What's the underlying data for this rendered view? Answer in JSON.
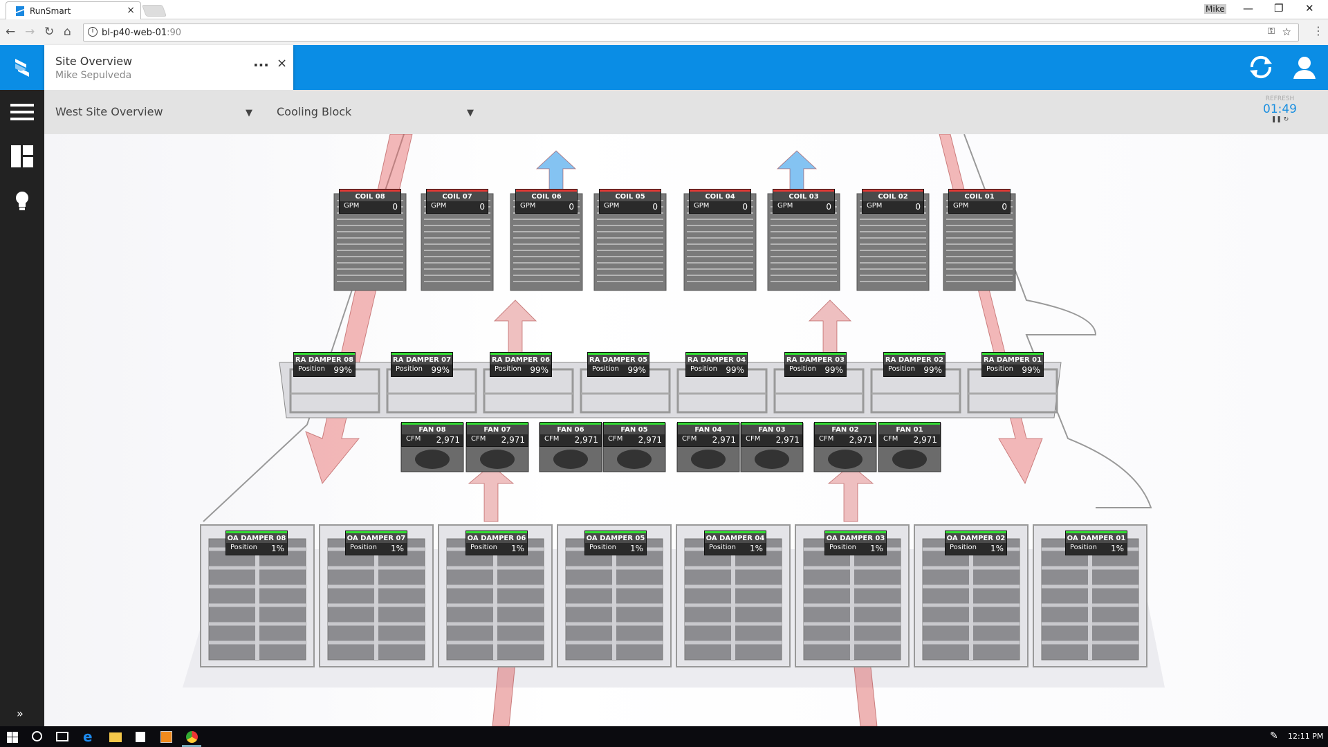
{
  "browser": {
    "tab_title": "RunSmart",
    "url_host": "bl-p40-web-01",
    "url_port": ":90",
    "user": "Mike"
  },
  "app": {
    "title": "Site Overview",
    "subtitle": "Mike Sepulveda",
    "more": "...",
    "close": "×"
  },
  "filters": {
    "site": "West Site Overview",
    "block": "Cooling Block"
  },
  "refresh": {
    "label": "REFRESH",
    "countdown": "01:49"
  },
  "taskbar": {
    "time": "12:11 PM"
  },
  "colors": {
    "accent": "#0a8de5",
    "alarm": "#e53935",
    "ok": "#33dd33"
  },
  "coils": [
    {
      "label": "COIL 08",
      "metric": "GPM",
      "value": "0"
    },
    {
      "label": "COIL 07",
      "metric": "GPM",
      "value": "0"
    },
    {
      "label": "COIL 06",
      "metric": "GPM",
      "value": "0"
    },
    {
      "label": "COIL 05",
      "metric": "GPM",
      "value": "0"
    },
    {
      "label": "COIL 04",
      "metric": "GPM",
      "value": "0"
    },
    {
      "label": "COIL 03",
      "metric": "GPM",
      "value": "0"
    },
    {
      "label": "COIL 02",
      "metric": "GPM",
      "value": "0"
    },
    {
      "label": "COIL 01",
      "metric": "GPM",
      "value": "0"
    }
  ],
  "ra_dampers": [
    {
      "label": "RA DAMPER 08",
      "metric": "Position",
      "value": "99%"
    },
    {
      "label": "RA DAMPER 07",
      "metric": "Position",
      "value": "99%"
    },
    {
      "label": "RA DAMPER 06",
      "metric": "Position",
      "value": "99%"
    },
    {
      "label": "RA DAMPER 05",
      "metric": "Position",
      "value": "99%"
    },
    {
      "label": "RA DAMPER 04",
      "metric": "Position",
      "value": "99%"
    },
    {
      "label": "RA DAMPER 03",
      "metric": "Position",
      "value": "99%"
    },
    {
      "label": "RA DAMPER 02",
      "metric": "Position",
      "value": "99%"
    },
    {
      "label": "RA DAMPER 01",
      "metric": "Position",
      "value": "99%"
    }
  ],
  "fans": [
    {
      "label": "FAN 08",
      "metric": "CFM",
      "value": "2,971"
    },
    {
      "label": "FAN 07",
      "metric": "CFM",
      "value": "2,971"
    },
    {
      "label": "FAN 06",
      "metric": "CFM",
      "value": "2,971"
    },
    {
      "label": "FAN 05",
      "metric": "CFM",
      "value": "2,971"
    },
    {
      "label": "FAN 04",
      "metric": "CFM",
      "value": "2,971"
    },
    {
      "label": "FAN 03",
      "metric": "CFM",
      "value": "2,971"
    },
    {
      "label": "FAN 02",
      "metric": "CFM",
      "value": "2,971"
    },
    {
      "label": "FAN 01",
      "metric": "CFM",
      "value": "2,971"
    }
  ],
  "oa_dampers": [
    {
      "label": "OA DAMPER 08",
      "metric": "Position",
      "value": "1%"
    },
    {
      "label": "OA DAMPER 07",
      "metric": "Position",
      "value": "1%"
    },
    {
      "label": "OA DAMPER 06",
      "metric": "Position",
      "value": "1%"
    },
    {
      "label": "OA DAMPER 05",
      "metric": "Position",
      "value": "1%"
    },
    {
      "label": "OA DAMPER 04",
      "metric": "Position",
      "value": "1%"
    },
    {
      "label": "OA DAMPER 03",
      "metric": "Position",
      "value": "1%"
    },
    {
      "label": "OA DAMPER 02",
      "metric": "Position",
      "value": "1%"
    },
    {
      "label": "OA DAMPER 01",
      "metric": "Position",
      "value": "1%"
    }
  ]
}
